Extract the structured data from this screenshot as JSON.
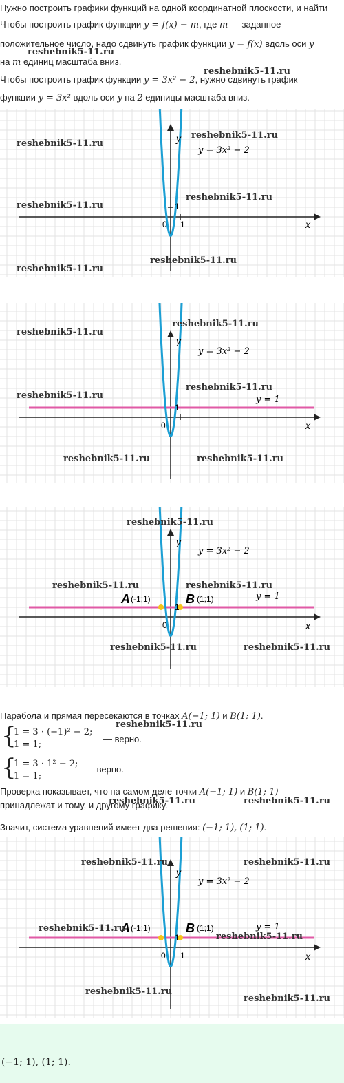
{
  "intro": {
    "line1": "Нужно построить графики функций на одной координатной плоскости, и найти",
    "line2_a": "Чтобы построить график функции ",
    "line2_f": "y = f(x) − m",
    "line2_b": ", где ",
    "line2_m": "m",
    "line2_c": " — заданное",
    "line3_a": "положительное число, надо сдвинуть график функции ",
    "line3_f": "y = f(x)",
    "line3_b": " вдоль оси ",
    "line3_y": "y",
    "line4_a": "на ",
    "line4_m": "m",
    "line4_b": " единиц масштаба вниз.",
    "line5_a": "Чтобы построить график функции ",
    "line5_f": "y = 3x² − 2",
    "line5_b": ", нужно сдвинуть график",
    "line6_a": "функции ",
    "line6_f": "y = 3x²",
    "line6_b": " вдоль оси ",
    "line6_y": "y",
    "line6_c": " на ",
    "line6_n": "2",
    "line6_d": " единицы масштаба вниз."
  },
  "graph_labels": {
    "x": "x",
    "y": "y",
    "zero": "0",
    "one_x": "1",
    "one_y": "1",
    "parabola": "y = 3x² − 2",
    "line": "y = 1",
    "pointA": "A",
    "pointA_coords": "(-1;1)",
    "pointB": "B",
    "pointB_coords": "(1;1)"
  },
  "middle": {
    "intersect_a": "Парабола и прямая пересекаются в точках ",
    "intersect_A": "A(−1; 1)",
    "intersect_and": " и ",
    "intersect_B": "B(1; 1)",
    "intersect_end": ".",
    "sys1_l1": "1 = 3 · (−1)² − 2;",
    "sys1_l2": "1 = 1;",
    "sys1_verdict": "— верно.",
    "sys2_l1": "1 = 3 · 1² − 2;",
    "sys2_l2": "1 = 1;",
    "sys2_verdict": "— верно.",
    "check_a": "Проверка показывает, что на самом деле точки ",
    "check_A": "A(−1; 1)",
    "check_and": " и ",
    "check_B": "B(1; 1)",
    "check_l2": "принадлежат и тому, и другому графику.",
    "conclusion_a": "Значит, система уравнений имеет два решения: ",
    "conclusion_b": "(−1; 1), (1; 1)",
    "conclusion_end": "."
  },
  "answer": "(−1; 1), (1; 1).",
  "watermark": "reshebnik5-11.ru",
  "colors": {
    "parabola": "#1b9fd4",
    "line": "#e05aa6",
    "point": "#f5c518",
    "grid": "#e3e3e3",
    "answer_bg": "#e6fbee"
  },
  "chart_data": [
    {
      "type": "line",
      "series": [
        {
          "name": "y = 3x² − 2",
          "function": "3x^2-2",
          "x": [
            -1.2,
            -1,
            -0.5,
            0,
            0.5,
            1,
            1.2
          ],
          "y": [
            2.32,
            1,
            -1.25,
            -2,
            -1.25,
            1,
            2.32
          ]
        }
      ],
      "grid": true
    },
    {
      "type": "line",
      "series": [
        {
          "name": "y = 3x² − 2",
          "function": "3x^2-2",
          "x": [
            -1.2,
            -1,
            0,
            1,
            1.2
          ],
          "y": [
            2.32,
            1,
            -2,
            1,
            2.32
          ]
        },
        {
          "name": "y = 1",
          "function": "1",
          "x": [
            -8,
            8
          ],
          "y": [
            1,
            1
          ]
        }
      ],
      "grid": true
    },
    {
      "type": "line",
      "series": [
        {
          "name": "y = 3x² − 2",
          "function": "3x^2-2",
          "x": [
            -1.2,
            -1,
            0,
            1,
            1.2
          ],
          "y": [
            2.32,
            1,
            -2,
            1,
            2.32
          ]
        },
        {
          "name": "y = 1",
          "function": "1",
          "x": [
            -8,
            8
          ],
          "y": [
            1,
            1
          ]
        }
      ],
      "points": [
        {
          "label": "A",
          "x": -1,
          "y": 1
        },
        {
          "label": "B",
          "x": 1,
          "y": 1
        }
      ],
      "grid": true
    },
    {
      "type": "line",
      "series": [
        {
          "name": "y = 3x² − 2",
          "function": "3x^2-2",
          "x": [
            -1.2,
            -1,
            0,
            1,
            1.2
          ],
          "y": [
            2.32,
            1,
            -2,
            1,
            2.32
          ]
        },
        {
          "name": "y = 1",
          "function": "1",
          "x": [
            -8,
            8
          ],
          "y": [
            1,
            1
          ]
        }
      ],
      "points": [
        {
          "label": "A",
          "x": -1,
          "y": 1
        },
        {
          "label": "B",
          "x": 1,
          "y": 1
        }
      ],
      "grid": true
    }
  ]
}
